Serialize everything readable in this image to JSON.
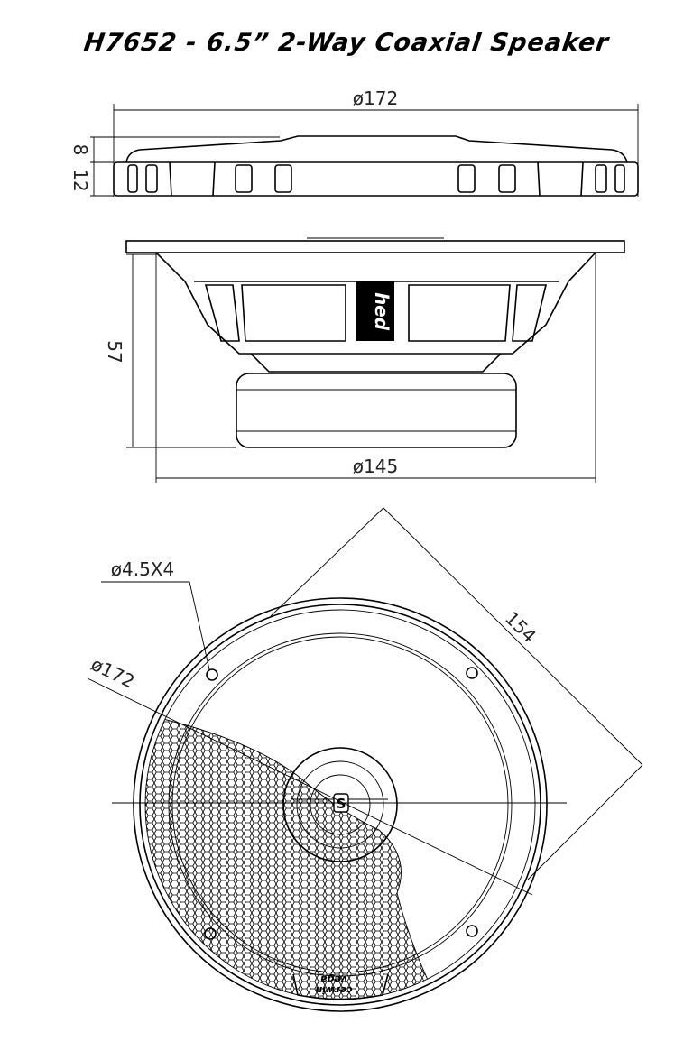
{
  "title": "H7652 - 6.5” 2-Way Coaxial Speaker",
  "top_view": {
    "diameter_label": "ø172",
    "height_upper_label": "8",
    "height_lower_label": "12"
  },
  "side_view": {
    "depth_label": "57",
    "diameter_label": "ø145",
    "badge_text": "hed"
  },
  "front_view": {
    "hole_label": "ø4.5X4",
    "diameter_label": "ø172",
    "hole_spacing_label": "154",
    "logo_text_1": "cerwin",
    "logo_text_2": "vega",
    "center_logo": "S"
  }
}
